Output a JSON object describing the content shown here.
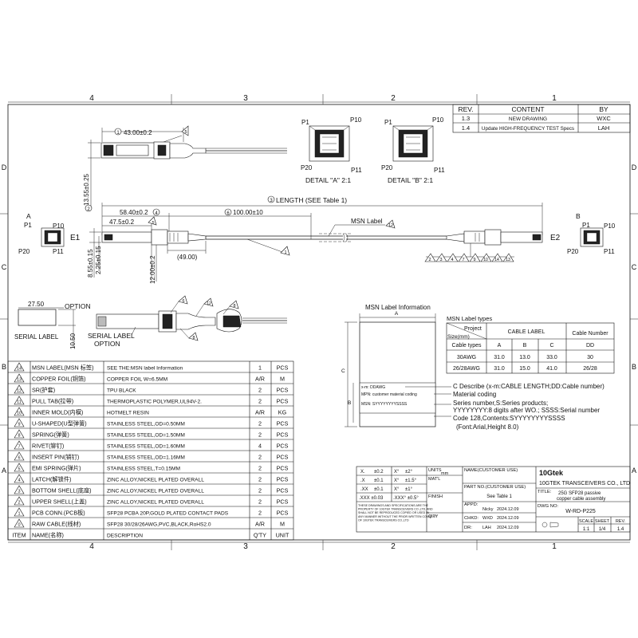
{
  "frame": {
    "cols_top": [
      "4",
      "3",
      "2",
      "1"
    ],
    "cols_bottom": [
      "4",
      "3",
      "2",
      "1"
    ],
    "rows_left": [
      "D",
      "C",
      "B",
      "A"
    ],
    "rows_right": [
      "D",
      "C",
      "B",
      "A"
    ]
  },
  "revisions": {
    "headers": [
      "REV.",
      "CONTENT",
      "BY"
    ],
    "rows": [
      [
        "1.3",
        "NEW DRAWING",
        "WXC"
      ],
      [
        "1.4",
        "Update HIGH-FREQUENCY TEST Specs",
        "LAH"
      ]
    ]
  },
  "top_view": {
    "dim_43": "43.00±0.2",
    "dim_13_55": "13.55±0.25",
    "balloon_1": "1",
    "balloon_5": "5",
    "balloon_2": "2"
  },
  "details": {
    "a": {
      "p1": "P1",
      "p10": "P10",
      "p20": "P20",
      "p11": "P11",
      "caption": "DETAIL \"A\" 2:1"
    },
    "b": {
      "p1": "P1",
      "p10": "P10",
      "p20": "P20",
      "p11": "P11",
      "caption": "DETAIL \"B\" 2:1"
    }
  },
  "main_view": {
    "length_label": "LENGTH (SEE Table 1)",
    "balloon_3": "3",
    "dim_58_40": "58.40±0.2",
    "balloon_4": "4",
    "dim_47_5": "47.5±0.2",
    "balloon_5": "5",
    "balloon_6": "6",
    "dim_100": "100.00±10",
    "msn_label": "MSN Label",
    "balloon_12": "12",
    "balloon_1": "1",
    "dim_49": "(49.00)",
    "e1": "E1",
    "e2": "E2",
    "dim_8_55": "8.55±0.15",
    "dim_2_25": "2.25±0.15",
    "dim_12": "12.00±0.2",
    "bottom_balloons": [
      "2",
      "3",
      "4",
      "7",
      "9",
      "10",
      "14",
      "13"
    ],
    "end_a": {
      "label": "A",
      "p1": "P1",
      "p10": "P10",
      "p20": "P20",
      "p11": "P11"
    },
    "end_b": {
      "label": "B",
      "p1": "P1",
      "p10": "P10",
      "p20": "P20",
      "p11": "P11"
    }
  },
  "option_view": {
    "dim_27_5": "27.50",
    "option_top": "OPTION",
    "dim_10_5": "10.50",
    "serial_label": "SERIAL LABEL",
    "serial_label_2": "SERIAL LABEL",
    "option_bottom": "OPTION",
    "balloon_6": "6",
    "balloon_12": "12",
    "balloon_8": "8",
    "balloon_8b": "8"
  },
  "msn_label": {
    "title": "MSN Label Information",
    "dim_a": "A",
    "dim_b": "B",
    "dim_c": "C",
    "line1": "x-m: DDAWG",
    "line2": "MPN: customer material coding",
    "line3": "MSN: SYYYYYYYYSSSS",
    "desc1": "C Describe (x-m:CABLE LENGTH;DD:Cable number)",
    "desc2": "Material coding",
    "desc3": "Series number,S:Series products;",
    "desc4": "YYYYYYYY:8 digits after WO.; SSSS:Serial number",
    "desc5": "Code 128,Contents:SYYYYYYYYSSSS",
    "desc6": "(Font:Arial,Height 8.0)"
  },
  "msn_types": {
    "title": "MSN Label types",
    "project": "Project",
    "size": "Size(mm)",
    "cable_label": "CABLE LABEL",
    "cable_number": "Cable Number",
    "cable_types": "Cable types",
    "cols": [
      "A",
      "B",
      "C",
      "DD"
    ],
    "rows": [
      [
        "30AWG",
        "31.0",
        "13.0",
        "33.0",
        "30"
      ],
      [
        "26/28AWG",
        "31.0",
        "15.0",
        "41.0",
        "26/28"
      ]
    ]
  },
  "bom": {
    "headers": [
      "ITEM",
      "NAME(名称)",
      "DESCRIPTION",
      "Q'TY",
      "UNIT"
    ],
    "rows": [
      [
        "14",
        "MSN LABEL(MSN 标签)",
        "SEE THE:MSN label Information",
        "1",
        "PCS"
      ],
      [
        "13",
        "COPPER FOIL(铜箔)",
        "COPPER FOIL W=6.5MM",
        "A/R",
        "M"
      ],
      [
        "12",
        "SR(护套)",
        "TPU BLACK",
        "2",
        "PCS"
      ],
      [
        "11",
        "PULL TAB(拉带)",
        "THERMOPLASTIC POLYMER,UL94V-2.",
        "2",
        "PCS"
      ],
      [
        "10",
        "INNER MOLD(内模)",
        "HOTMELT RESIN",
        "A/R",
        "KG"
      ],
      [
        "9",
        "U-SHAPED(U型弹簧)",
        "STAINLESS STEEL,OD=0.50MM",
        "2",
        "PCS"
      ],
      [
        "8",
        "SPRING(弹簧)",
        "STAINLESS STEEL,OD=1.50MM",
        "2",
        "PCS"
      ],
      [
        "7",
        "RIVET(铆钉)",
        "STAINLESS STEEL,OD=1.60MM",
        "4",
        "PCS"
      ],
      [
        "6",
        "INSERT PIN(销钉)",
        "STAINLESS STEEL,OD=1.16MM",
        "2",
        "PCS"
      ],
      [
        "5",
        "EMI SPRING(弹片)",
        "STAINLESS STEEL,T=0.15MM",
        "2",
        "PCS"
      ],
      [
        "4",
        "LATCH(解锁件)",
        "ZINC ALLOY,NICKEL PLATED OVERALL",
        "2",
        "PCS"
      ],
      [
        "3",
        "BOTTOM SHELL(底座)",
        "ZINC ALLOY,NICKEL PLATED OVERALL",
        "2",
        "PCS"
      ],
      [
        "2",
        "UPPER SHELL(上盖)",
        "ZINC ALLOY,NICKEL PLATED OVERALL",
        "2",
        "PCS"
      ],
      [
        "1",
        "PCB CONN.(PCB板)",
        "SFP28 PCBA 20P,GOLD PLATED CONTACT PADS",
        "2",
        "PCS"
      ],
      [
        "0",
        "RAW CABLE(线材)",
        "SFP28 30/28/26AWG,PVC,BLACK,RoHS2.0",
        "A/R",
        "M"
      ]
    ]
  },
  "title_block": {
    "tol": [
      [
        "X.",
        "±0.2",
        "X°",
        "±2°"
      ],
      [
        ".X",
        "±0.1",
        "X°",
        "±1.5°"
      ],
      [
        ".XX",
        "±0.1",
        "X°",
        "±1°"
      ],
      [
        ".XXX ±0.03",
        "",
        ".XXX° ±0.5°",
        ""
      ]
    ],
    "units": "UNITS",
    "units_val": "mm",
    "matl": "MAT'L",
    "finish": "FINISH",
    "qty": "Q'TY",
    "disclaimer": "THESE DRAWINGS AND SPECIFICATIONS ARE THE PROPERTY OF 10GTEK TRANSCEIVERS CO.,LTD. AND SHALL NOT BE REPRODUCED COPIED OR USED IN ANY MANNER WITHOUT THE PRIOR WRITTEN CONSENT OF 10GTEK TRANSCEIVERS CO.,LTD",
    "name_customer": "NAME(CUSTOMER USE)",
    "logo": "10Gtek",
    "company": "10GTEK TRANSCEIVERS CO., LTD",
    "part_no_label": "PART NO.(CUSTOMER USE)",
    "part_no_value": "See Table 1",
    "title_label": "TITLE:",
    "title_value_1": "25G SFP28 passive",
    "title_value_2": "copper cable assembly",
    "appd": "APPD:",
    "appd_name": "Nicky",
    "appd_date": "2024.12.09",
    "chkd": "CHKD:",
    "chkd_name": "WXD",
    "chkd_date": "2024.12.09",
    "dr": "DR:",
    "dr_name": "LAH",
    "dr_date": "2024.12.09",
    "dwg_no_label": "DWG NO:",
    "dwg_no": "W-RD-P225",
    "scale_label": "SCALE",
    "sheet_label": "SHEET",
    "rev_label": "REV.",
    "scale": "1:1",
    "sheet": "1/4",
    "rev": "1.4"
  }
}
